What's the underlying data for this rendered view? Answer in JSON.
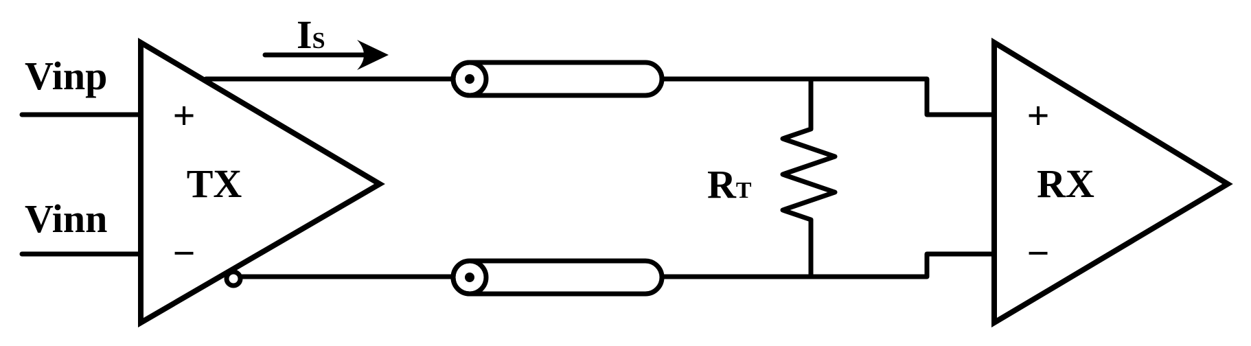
{
  "labels": {
    "vinp": "Vinp",
    "vinn": "Vinn",
    "tx": "TX",
    "rx": "RX",
    "current_main": "I",
    "current_sub": "S",
    "resistor_main": "R",
    "resistor_sub": "T",
    "plus": "+",
    "minus": "−"
  },
  "colors": {
    "stroke": "#000000",
    "background": "#ffffff"
  }
}
